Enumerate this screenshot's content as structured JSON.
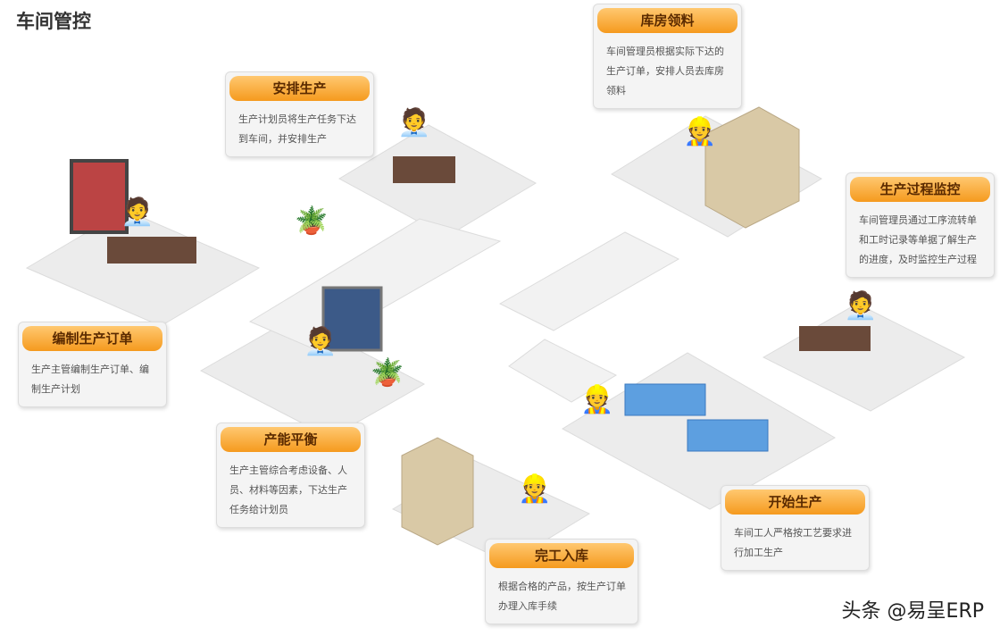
{
  "title": "车间管控",
  "watermark": "头条 @易呈ERP",
  "steps": [
    {
      "title": "编制生产订单",
      "desc": "生产主管编制生产订单、编制生产计划"
    },
    {
      "title": "安排生产",
      "desc": "生产计划员将生产任务下达到车间，并安排生产"
    },
    {
      "title": "库房领料",
      "desc": "车间管理员根据实际下达的生产订单，安排人员去库房领料"
    },
    {
      "title": "生产过程监控",
      "desc": "车间管理员通过工序流转单和工时记录等单据了解生产的进度，及时监控生产过程"
    },
    {
      "title": "产能平衡",
      "desc": "生产主管综合考虑设备、人员、材料等因素，下达生产任务给计划员"
    },
    {
      "title": "开始生产",
      "desc": "车间工人严格按工艺要求进行加工生产"
    },
    {
      "title": "完工入库",
      "desc": "根据合格的产品，按生产订单办理入库手续"
    }
  ]
}
